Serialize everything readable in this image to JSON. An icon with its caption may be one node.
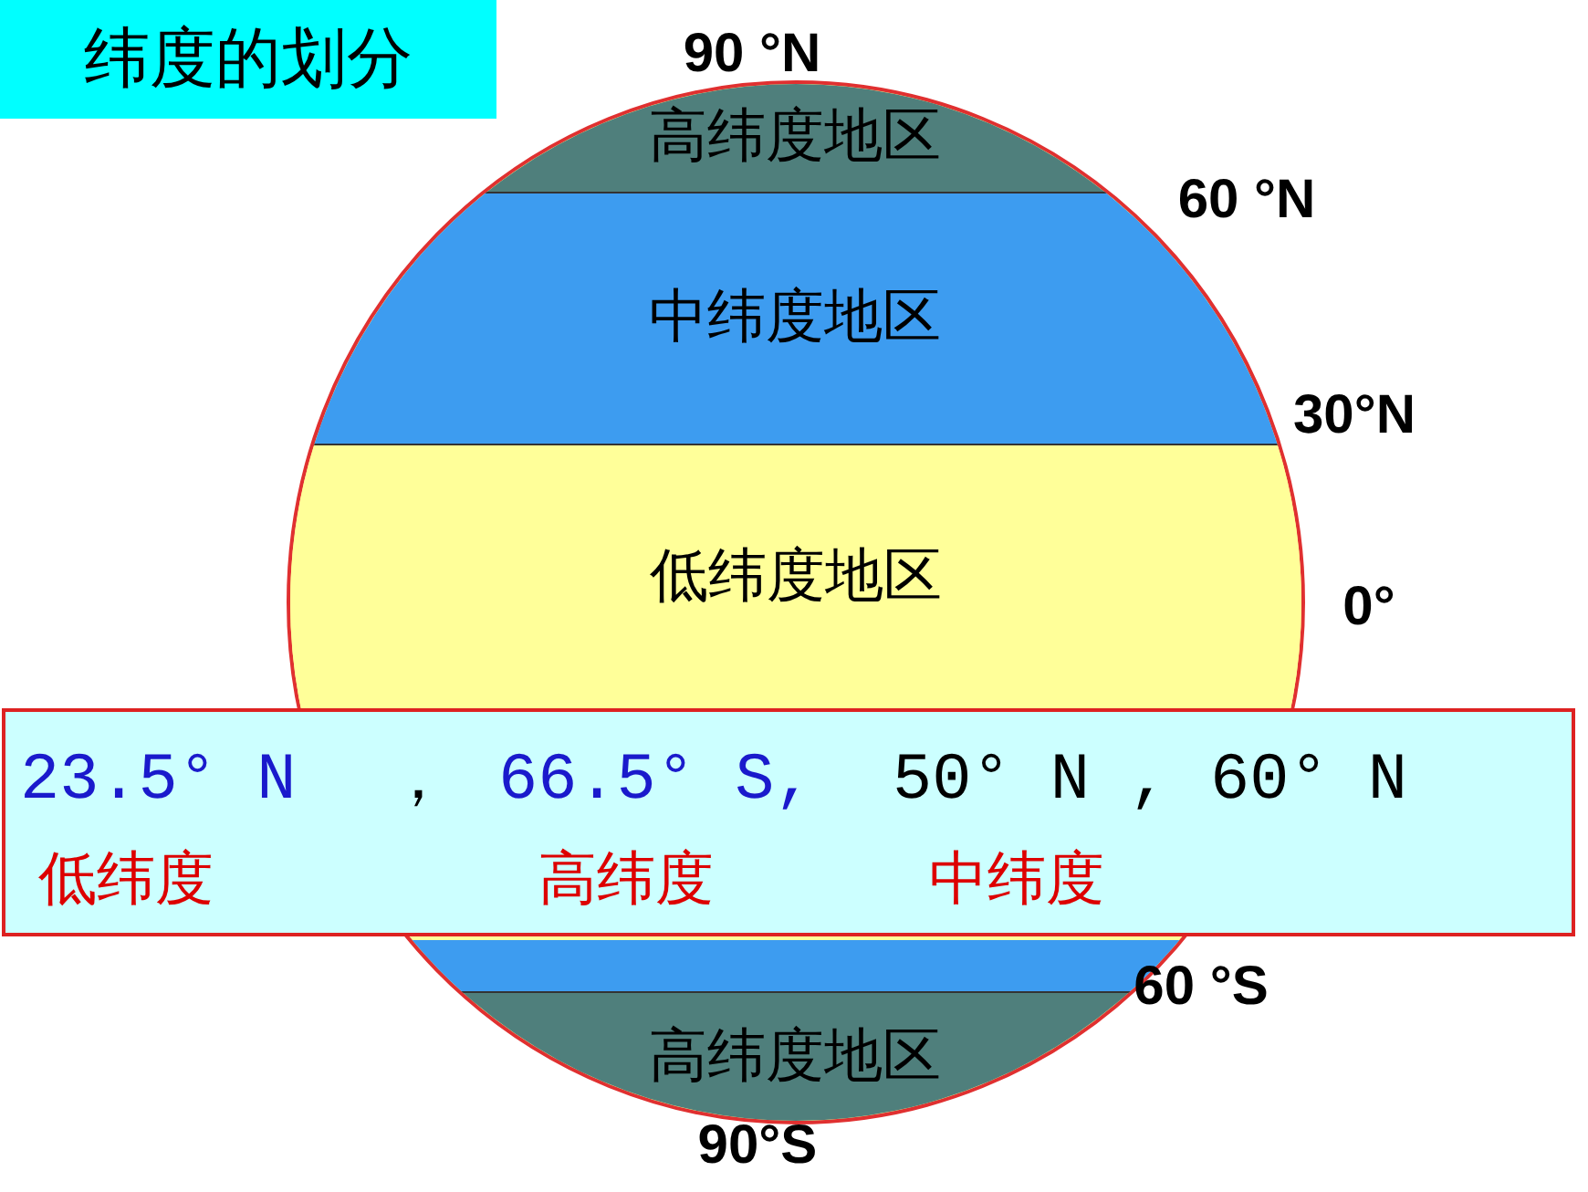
{
  "diagram": {
    "title": "纬度的划分",
    "nodes": [
      {
        "text": [
          "高纬度地区"
        ]
      },
      {
        "text": [
          "中纬度地区"
        ]
      },
      {
        "text": [
          "低纬度地区"
        ]
      },
      {
        "text": [],
        "shape": "band"
      },
      {
        "text": [
          "高纬度地区"
        ]
      },
      {
        "text": [
          "23.5° N",
          "，",
          "66.5° S,",
          "50° N ,",
          "60° N",
          "低纬度",
          "高纬度",
          "中纬度"
        ]
      }
    ],
    "labels": [
      "90 °N",
      "60 °N",
      "30°N",
      "0°",
      "60 °S",
      "90°S"
    ]
  }
}
